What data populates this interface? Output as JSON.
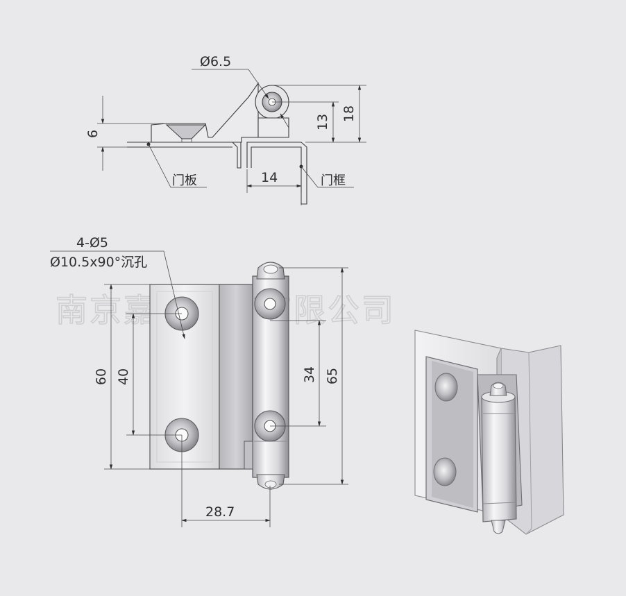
{
  "colors": {
    "background": "#e9e8ea",
    "line": "#3a3a3c",
    "metal_light": "#eeeef0",
    "metal_mid": "#c9c9cd",
    "metal_dark": "#8d8d92",
    "watermark": "#cfcfd2"
  },
  "watermark": "南京嘉固锁业有限公司",
  "top_view": {
    "hole_dim": "Ø6.5",
    "dim_6": "6",
    "dim_13": "13",
    "dim_18": "18",
    "dim_14": "14",
    "label_door_panel": "门板",
    "label_door_frame": "门框"
  },
  "front_view": {
    "hole_spec_1": "4-Ø5",
    "hole_spec_2": "Ø10.5x90°沉孔",
    "dim_60": "60",
    "dim_40": "40",
    "dim_34": "34",
    "dim_65": "65",
    "dim_28_7": "28.7"
  }
}
